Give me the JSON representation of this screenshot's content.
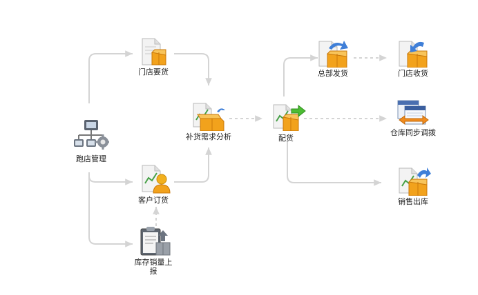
{
  "colors": {
    "connector": "#d4d4d4",
    "box_orange": "#f2a21c",
    "box_dark": "#d97f0a",
    "arrow_blue": "#3f7fd8",
    "arrow_green": "#4cbc34",
    "arrow_orange": "#f08c1e",
    "doc_paper": "#f3f3f3",
    "chart_line": "#46a046"
  },
  "nodes": {
    "paodian": {
      "label": "跑店管理",
      "icon": "network-gear-icon"
    },
    "mendian_yaohuo": {
      "label": "门店要货",
      "icon": "document-box-icon"
    },
    "kehu_dinghuo": {
      "label": "客户订货",
      "icon": "document-customer-icon"
    },
    "kucun": {
      "label": "库存销量上报",
      "icon": "clipboard-box-upload-icon"
    },
    "buhuo": {
      "label": "补货需求分析",
      "icon": "chart-box-return-icon"
    },
    "peihuo": {
      "label": "配货",
      "icon": "chart-box-forward-icon"
    },
    "zongbu": {
      "label": "总部发货",
      "icon": "document-box-ship-icon"
    },
    "mendian_shouhuo": {
      "label": "门店收货",
      "icon": "document-box-receive-icon"
    },
    "cangku": {
      "label": "仓库同步调拨",
      "icon": "window-sync-icon"
    },
    "xiaoshou": {
      "label": "销售出库",
      "icon": "document-box-outbound-icon"
    }
  }
}
